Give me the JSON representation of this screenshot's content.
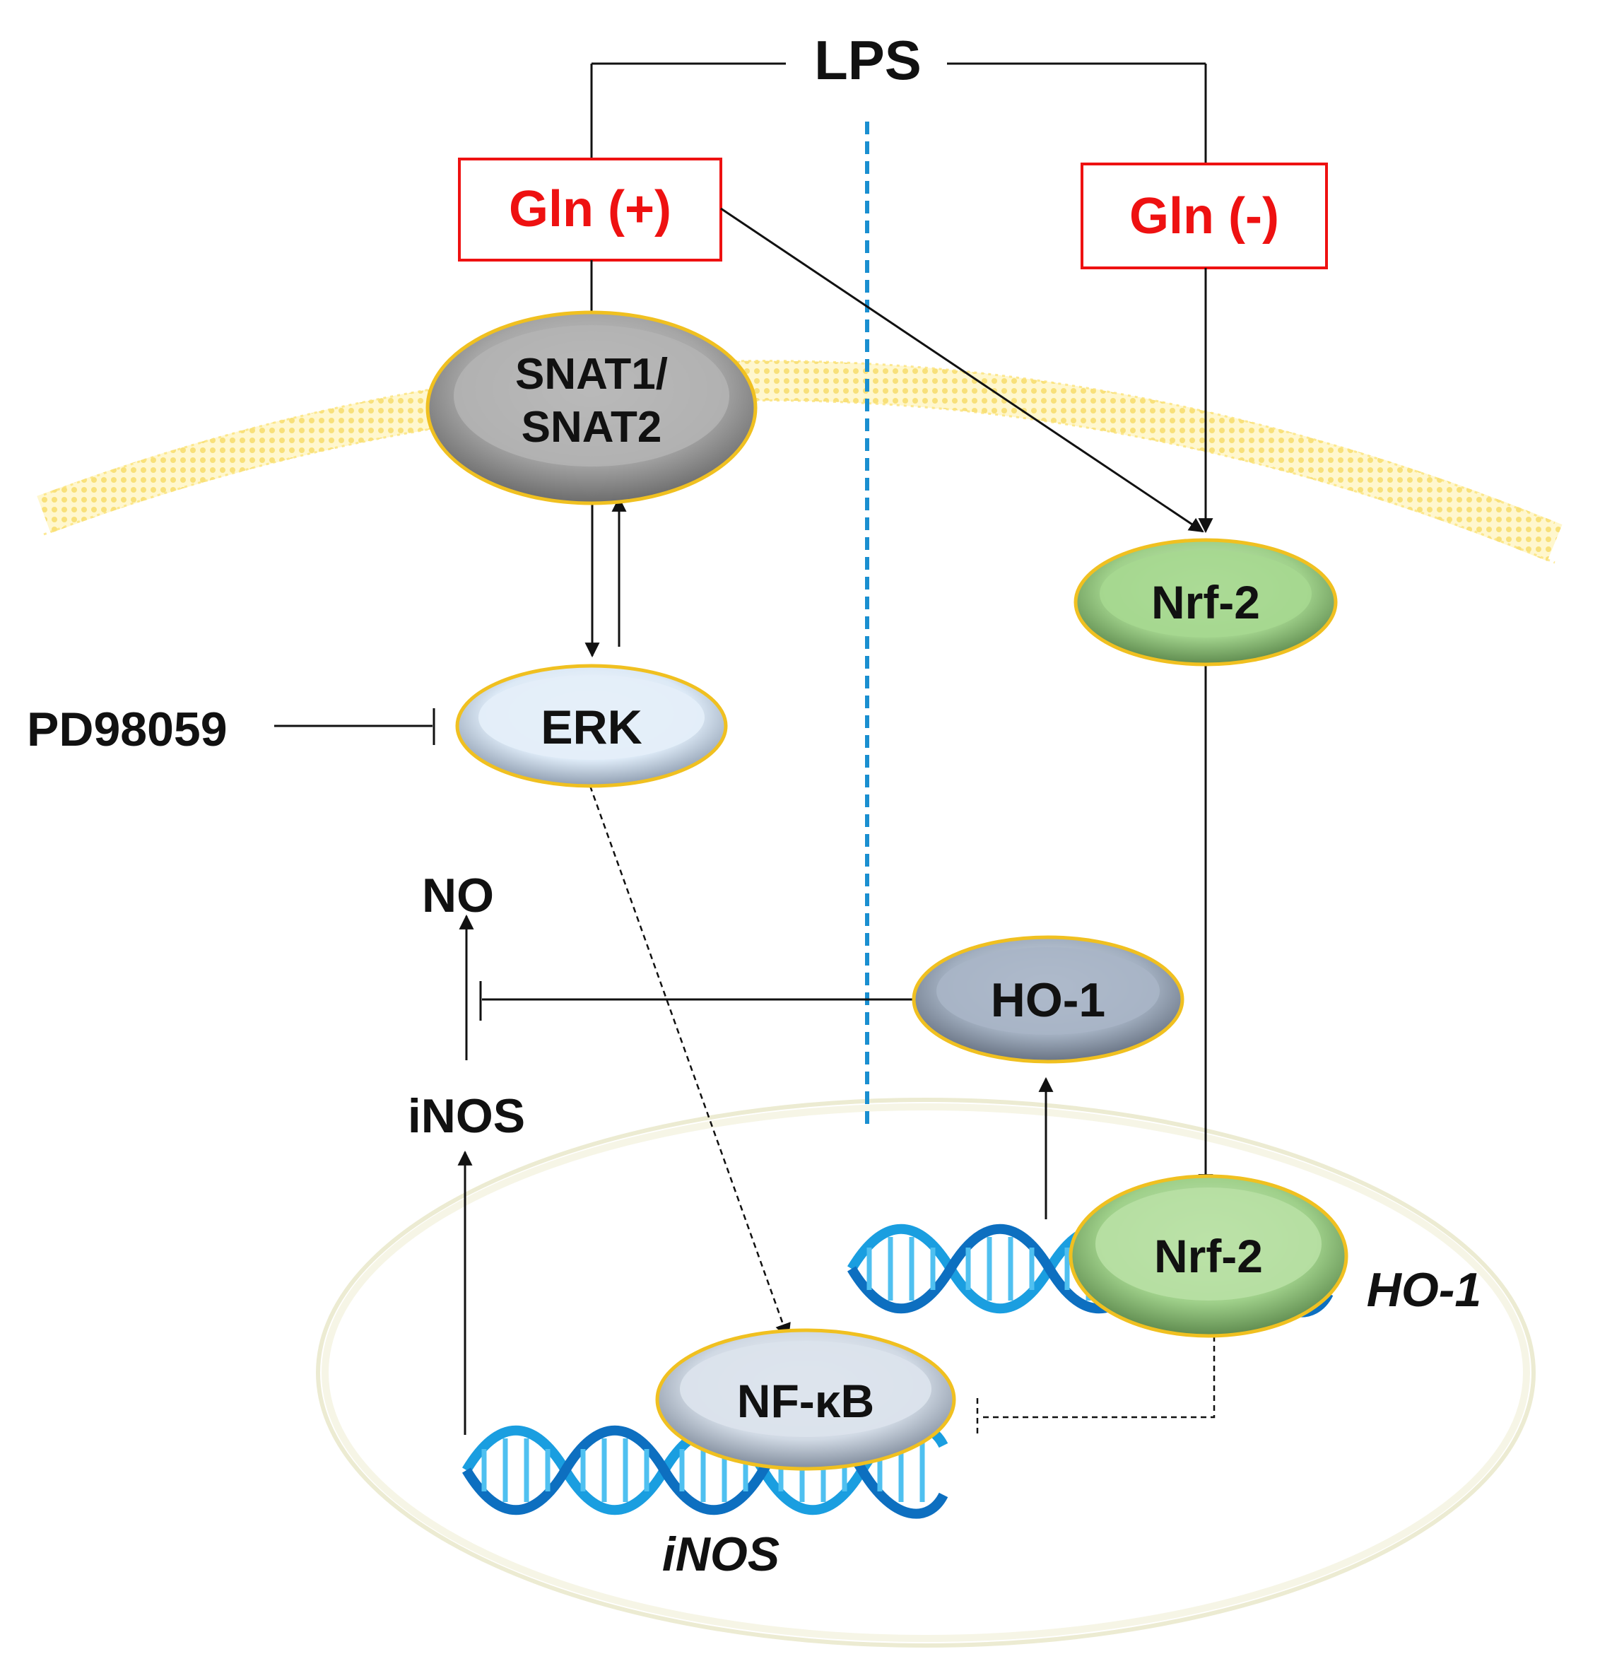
{
  "labels": {
    "lps": "LPS",
    "gln_plus": "Gln (+)",
    "gln_minus": "Gln (-)",
    "snat_line1": "SNAT1/",
    "snat_line2": "SNAT2",
    "nrf2_cytoplasm": "Nrf-2",
    "erk": "ERK",
    "pd98059": "PD98059",
    "no": "NO",
    "ho1_protein": "HO-1",
    "inos_protein": "iNOS",
    "nrf2_nucleus": "Nrf-2",
    "ho1_gene": "HO-1",
    "nfkb": "NF-κB",
    "inos_gene": "iNOS"
  },
  "colors": {
    "gln_box_stroke": "#ee1111",
    "gln_text": "#ee1111",
    "divider": "#1a8fd0",
    "membrane": "#fbe27a",
    "node_rim": "#f0c020",
    "snat_fill": "#8f8f8f",
    "nrf2_fill": "#9fd08a",
    "erk_fill": "#dce9f6",
    "ho1_fill": "#95a3b6",
    "nfkb_fill": "#c8d2de",
    "dna": "#1a9ee0",
    "nucleus": "#eeecd4"
  }
}
